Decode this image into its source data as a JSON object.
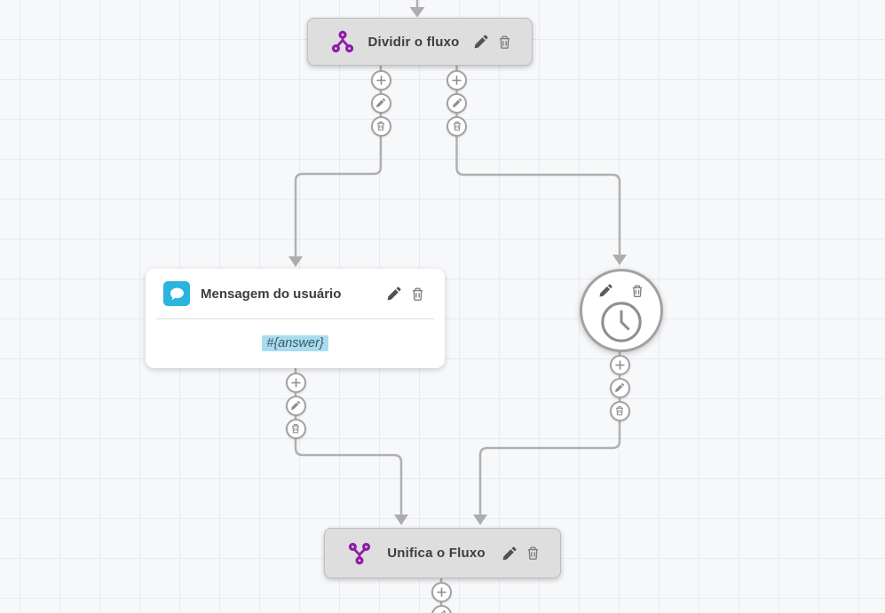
{
  "canvas": {
    "background": "#f7f8fa",
    "grid_line_color": "#e7eaf3"
  },
  "colors": {
    "accent_purple": "#8f1ca8",
    "accent_cyan": "#2ab4de",
    "node_gray": "#dedede",
    "wire_gray": "#b0b0b0",
    "variable_highlight_blue": "#a9dcee"
  },
  "nodes": {
    "split": {
      "title": "Dividir o fluxo",
      "icon": "split-flow-icon"
    },
    "user_message": {
      "title": "Mensagem do usuário",
      "body_value": "#{answer}",
      "icon": "chat-bubble-icon"
    },
    "timer": {
      "icon": "clock-icon"
    },
    "merge": {
      "title": "Unifica o Fluxo",
      "icon": "merge-flow-icon"
    }
  },
  "icons": {
    "node_edit": "pencil-icon",
    "node_delete": "trash-icon",
    "connector_add": "plus-icon",
    "connector_edit": "pencil-icon",
    "connector_delete": "trash-icon"
  }
}
